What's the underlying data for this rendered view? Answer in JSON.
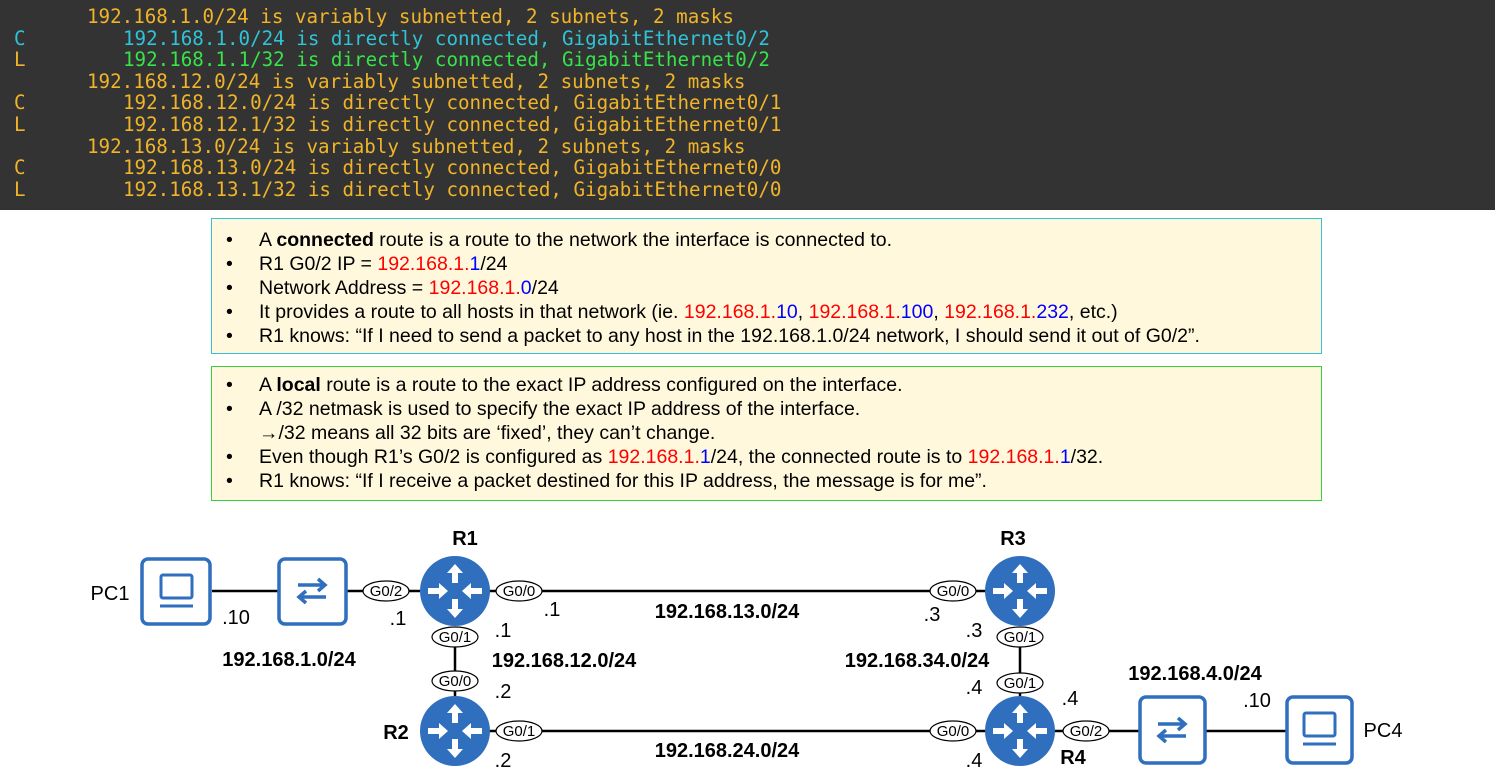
{
  "terminal": {
    "lines": [
      {
        "code": "",
        "text": "192.168.1.0/24 is variably subnetted, 2 subnets, 2 masks",
        "indent": 1,
        "color": "orange"
      },
      {
        "code": "C",
        "text": "192.168.1.0/24 is directly connected, GigabitEthernet0/2",
        "indent": 2,
        "color": "cyan"
      },
      {
        "code": "L",
        "text": "192.168.1.1/32 is directly connected, GigabitEthernet0/2",
        "indent": 2,
        "color": "green"
      },
      {
        "code": "",
        "text": "192.168.12.0/24 is variably subnetted, 2 subnets, 2 masks",
        "indent": 1,
        "color": "orange"
      },
      {
        "code": "C",
        "text": "192.168.12.0/24 is directly connected, GigabitEthernet0/1",
        "indent": 2,
        "color": "orange"
      },
      {
        "code": "L",
        "text": "192.168.12.1/32 is directly connected, GigabitEthernet0/1",
        "indent": 2,
        "color": "orange"
      },
      {
        "code": "",
        "text": "192.168.13.0/24 is variably subnetted, 2 subnets, 2 masks",
        "indent": 1,
        "color": "orange"
      },
      {
        "code": "C",
        "text": "192.168.13.0/24 is directly connected, GigabitEthernet0/0",
        "indent": 2,
        "color": "orange"
      },
      {
        "code": "L",
        "text": "192.168.13.1/32 is directly connected, GigabitEthernet0/0",
        "indent": 2,
        "color": "orange"
      }
    ]
  },
  "connected_box": {
    "b1": {
      "pre": "A ",
      "bold": "connected",
      "post": " route is a route to the network the interface is connected to."
    },
    "b2": {
      "pre": "R1 G0/2 IP = ",
      "net": "192.168.1.",
      "host": "1",
      "post": "/24"
    },
    "b3": {
      "pre": "Network Address = ",
      "net": "192.168.1.",
      "host": "0",
      "post": "/24"
    },
    "b4": {
      "pre": "It provides a route to all hosts in that network (ie. ",
      "net1": "192.168.1.",
      "host1": "10",
      "sep1": ", ",
      "net2": "192.168.1.",
      "host2": "100",
      "sep2": ", ",
      "net3": "192.168.1.",
      "host3": "232",
      "post": ", etc.)"
    },
    "b5": {
      "text": "R1 knows: “If I need to send a packet to any host in the 192.168.1.0/24 network, I should send it out of G0/2”."
    }
  },
  "local_box": {
    "b1": {
      "pre": "A ",
      "bold": "local",
      "post": " route is a route to the exact IP address configured on the interface."
    },
    "b2": {
      "text": "A /32 netmask is used to specify the exact IP address of the interface."
    },
    "b2_sub": {
      "text": "→/32 means all 32 bits are ‘fixed’, they can’t change."
    },
    "b3": {
      "pre": "Even though R1’s G0/2 is configured as ",
      "net1": "192.168.1.",
      "host1": "1",
      "mid": "/24, the connected route is to ",
      "net2": "192.168.1.",
      "host2": "1",
      "post": "/32."
    },
    "b4": {
      "text": "R1 knows: “If I receive a packet destined for this IP address, the message is for me”."
    }
  },
  "bullet": "•",
  "diagram": {
    "routers": {
      "r1": "R1",
      "r2": "R2",
      "r3": "R3",
      "r4": "R4"
    },
    "pcs": {
      "pc1": "PC1",
      "pc4": "PC4"
    },
    "networks": {
      "n1": "192.168.1.0/24",
      "n12": "192.168.12.0/24",
      "n13": "192.168.13.0/24",
      "n24": "192.168.24.0/24",
      "n34": "192.168.34.0/24",
      "n4": "192.168.4.0/24"
    },
    "interfaces": {
      "r1_g02": "G0/2",
      "r1_g00": "G0/0",
      "r1_g01": "G0/1",
      "r2_g00": "G0/0",
      "r2_g01": "G0/1",
      "r3_g00": "G0/0",
      "r3_g01": "G0/1",
      "r4_g01": "G0/1",
      "r4_g00": "G0/0",
      "r4_g02": "G0/2"
    },
    "hosts": {
      "pc1": ".10",
      "r1_g02": ".1",
      "r1_g00": ".1",
      "r1_g01": ".1",
      "r2_g00": ".2",
      "r2_g01": ".2",
      "r3_g00": ".3",
      "r3_g01": ".3",
      "r4_g01": ".4",
      "r4_g00": ".4",
      "r4_g02": ".4",
      "pc4": ".10"
    },
    "icon_color": "#2f6fbe"
  }
}
